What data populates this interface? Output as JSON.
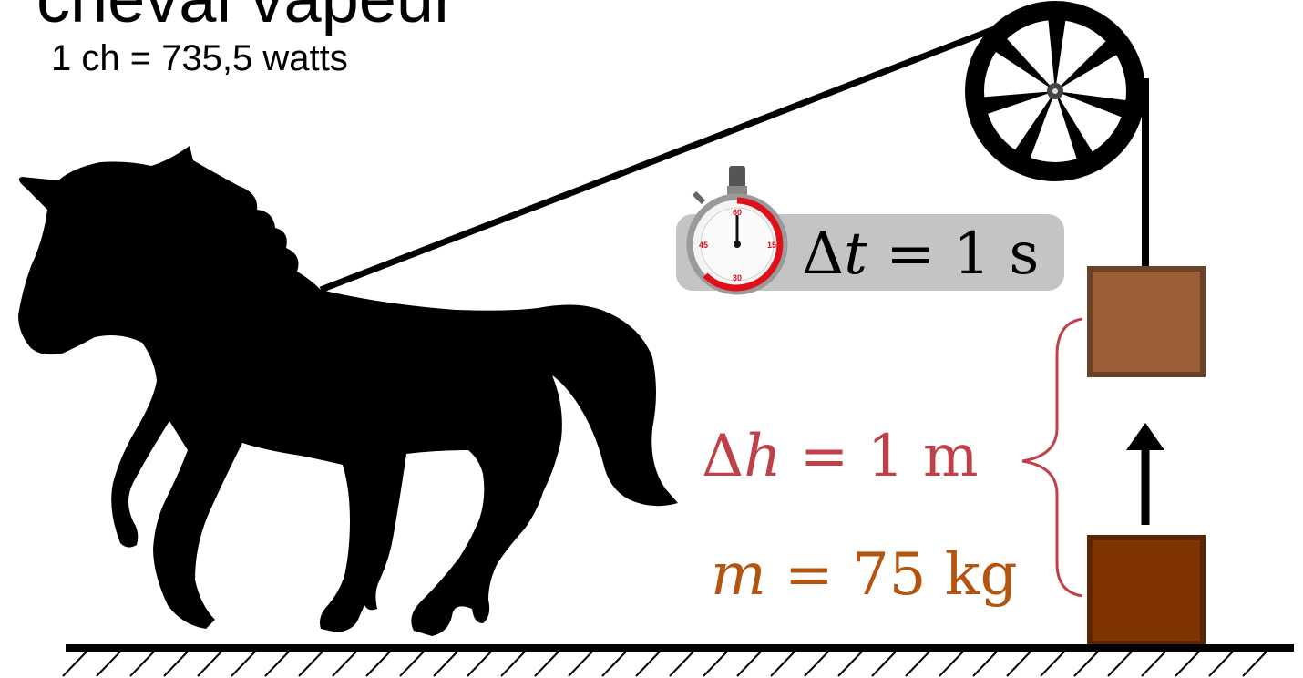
{
  "diagram": {
    "title": "cheval vapeur",
    "subtitle": "1 ch = 735,5 watts",
    "time_label": {
      "symbol": "Δ",
      "var": "t",
      "rest": " = 1 s"
    },
    "height_label": {
      "symbol": "Δ",
      "var": "h",
      "rest": " = 1 m"
    },
    "mass_label": {
      "var": "m",
      "rest": " = 75 kg"
    },
    "stopwatch_ticks": [
      "60",
      "15",
      "30",
      "45"
    ],
    "colors": {
      "ink": "#000000",
      "height_red": "#c0404a",
      "mass_brown": "#b5540f",
      "box_top": "#9a5e38",
      "box_top_border": "#6b4127",
      "box_bottom": "#7f3300",
      "box_bottom_border": "#5a2500",
      "stopwatch_red": "#e0101a",
      "label_bg": "#c4c4c4"
    },
    "icons": [
      "horse-silhouette-icon",
      "pulley-wheel-icon",
      "stopwatch-icon",
      "up-arrow-icon"
    ]
  }
}
